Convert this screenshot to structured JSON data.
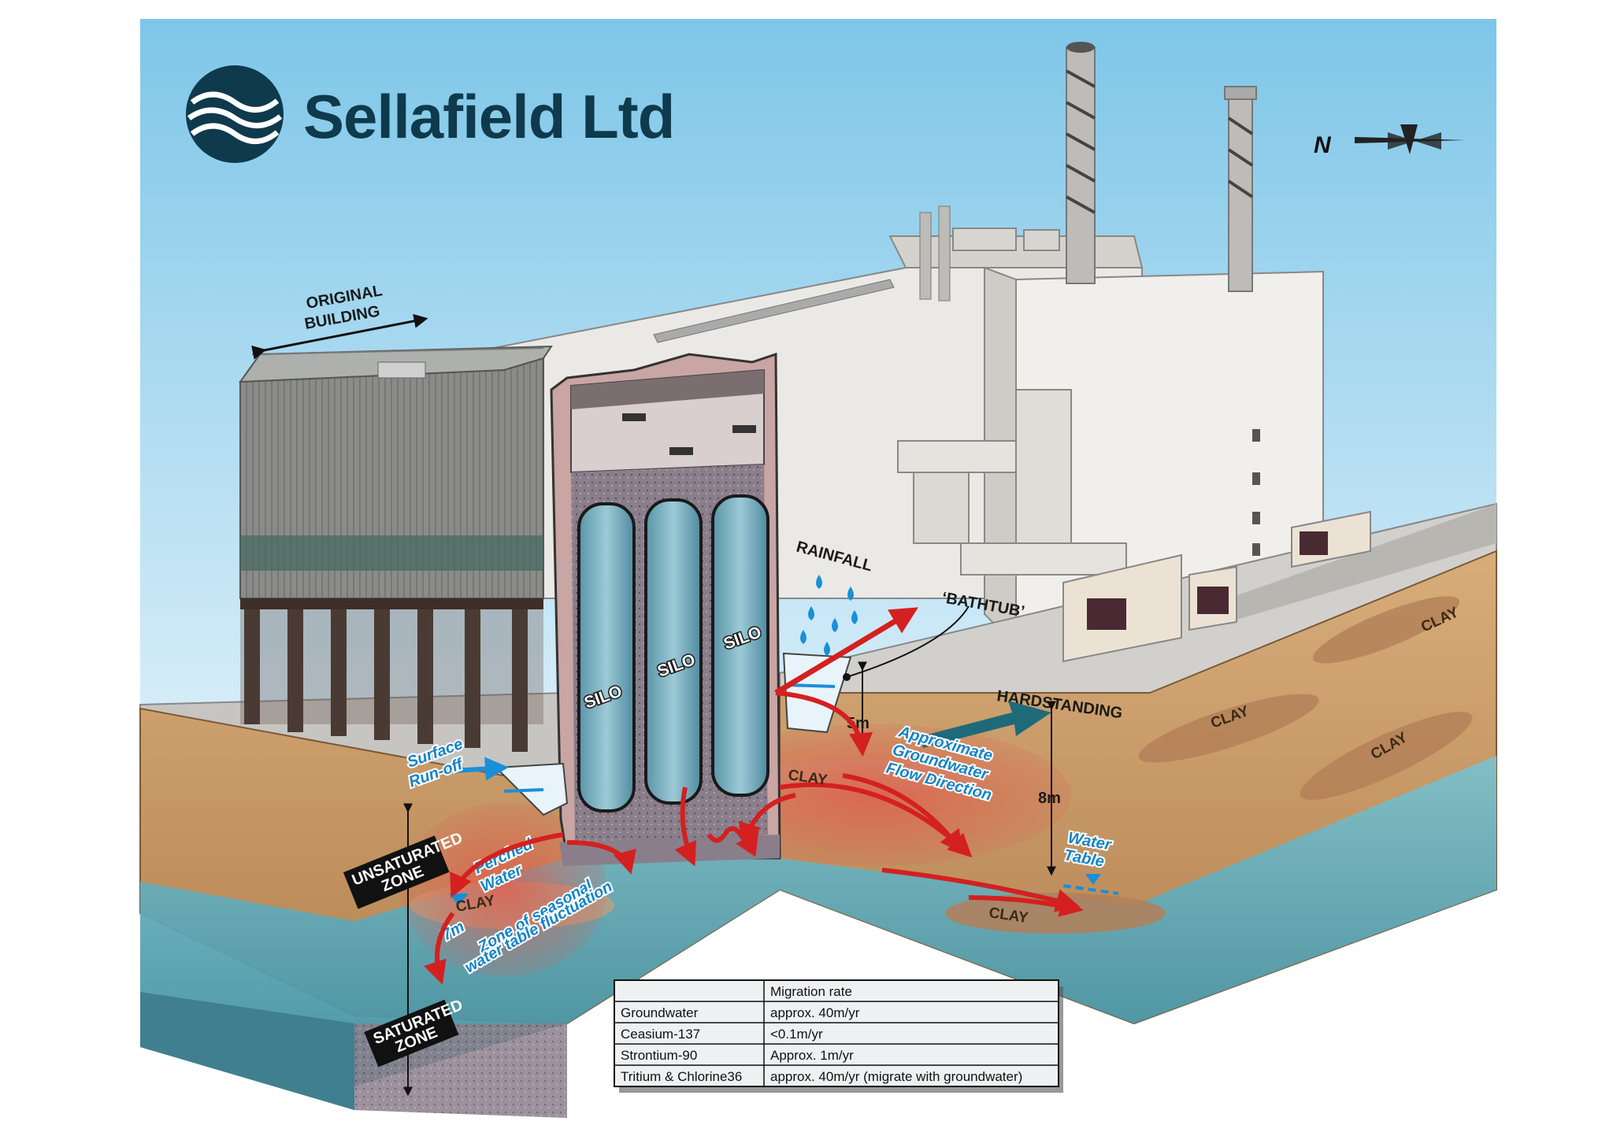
{
  "brand": {
    "name": "Sellafield Ltd",
    "color": "#0e3a4c"
  },
  "compass": {
    "label": "N"
  },
  "labels": {
    "original_building": [
      "ORIGINAL",
      "BUILDING"
    ],
    "rainfall": "RAINFALL",
    "bathtub": "‘BATHTUB’",
    "hardstanding": "HARDSTANDING",
    "silos": [
      "SILO",
      "SILO",
      "SILO"
    ],
    "clay": "CLAY",
    "surface_runoff": [
      "Surface",
      "Run-off"
    ],
    "perched_water": [
      "Perched",
      "Water"
    ],
    "seasonal_zone": [
      "Zone of seasonal",
      "water table fluctuation"
    ],
    "depth_7m": "7m",
    "depth_5m": "5m",
    "depth_8m": "8m",
    "groundwater_flow": [
      "Approximate",
      "Groundwater",
      "Flow Direction"
    ],
    "water_table": [
      "Water",
      "Table"
    ],
    "unsaturated_zone": [
      "UNSATURATED",
      "ZONE"
    ],
    "saturated_zone": [
      "SATURATED",
      "ZONE"
    ]
  },
  "colors": {
    "sky": "#a9d8f0",
    "soil": "#c99a66",
    "groundwater": "#5aa6b4",
    "contamination": "#d8433a",
    "water_blue": "#1a8fd8",
    "building_grey": "#8e8f8c",
    "building_light": "#e4e2de"
  },
  "migration_table": {
    "header": "Migration rate",
    "rows": [
      {
        "substance": "Groundwater",
        "rate": "approx. 40m/yr"
      },
      {
        "substance": "Ceasium-137",
        "rate": "<0.1m/yr"
      },
      {
        "substance": "Strontium-90",
        "rate": "Approx. 1m/yr"
      },
      {
        "substance": "Tritium & Chlorine36",
        "rate": "approx. 40m/yr (migrate with groundwater)"
      }
    ]
  }
}
